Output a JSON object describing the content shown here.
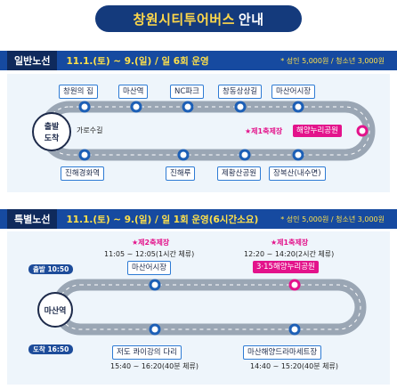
{
  "title": {
    "highlight": "창원시티투어버스",
    "rest": "안내"
  },
  "general": {
    "name": "일반노선",
    "schedule": "11.1.(토) ~ 9.(일) / 일 6회 운영",
    "fare": "* 성인 5,000원 / 청소년 3,000원",
    "start": [
      "출발",
      "도착"
    ],
    "side_label": "가로수길",
    "festival_label": "★제1축제장",
    "stops_top": [
      "창원의 집",
      "마산역",
      "NC파크",
      "창동상상길",
      "마산어시장"
    ],
    "stops_bottom": [
      "진해경화역",
      "진해루",
      "제황산공원",
      "장복산(내수면)"
    ],
    "festival_stop": "해양누리공원"
  },
  "special": {
    "name": "특별노선",
    "schedule": "11.1.(토) ~ 9.(일) / 일 1회 운영(6시간소요)",
    "fare": "* 성인 5,000원 / 청소년 3,000원",
    "start_stop": "마산역",
    "depart": {
      "label": "출발",
      "time": "10:50"
    },
    "arrive": {
      "label": "도착",
      "time": "16:50"
    },
    "fest2": {
      "label": "★제2축제장",
      "time": "11:05 ~ 12:05(1시간 체류)",
      "stop": "마산어시장"
    },
    "fest1": {
      "label": "★제1축제장",
      "time": "12:20 ~ 14:20(2시간 체류)",
      "stop": "3·15해양누리공원"
    },
    "bottom_left": {
      "stop": "저도 콰이강의 다리",
      "time": "15:40 ~ 16:20(40분 체류)"
    },
    "bottom_right": {
      "stop": "마산해양드라마세트장",
      "time": "14:40 ~ 15:20(40분 체류)"
    }
  }
}
